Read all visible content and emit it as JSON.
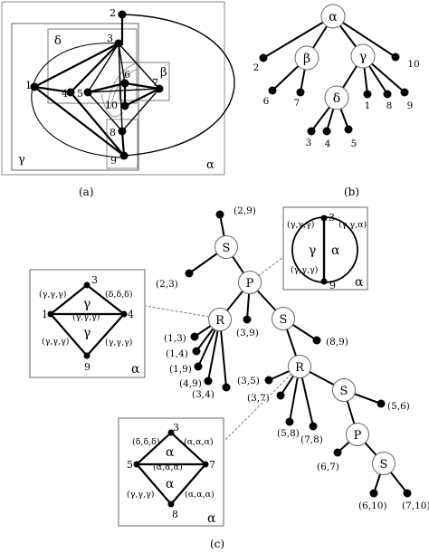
{
  "captions": {
    "a": "(a)",
    "b": "(b)",
    "c": "(c)"
  },
  "panel_a": {
    "vertices": [
      "1",
      "2",
      "3",
      "4",
      "5",
      "6",
      "7",
      "8",
      "9",
      "10"
    ],
    "box_labels": {
      "delta": "δ",
      "beta": "β",
      "gamma": "γ",
      "alpha": "α"
    }
  },
  "panel_b": {
    "nodes": {
      "alpha": "α",
      "beta": "β",
      "gamma": "γ",
      "delta": "δ"
    },
    "leaves": [
      "2",
      "6",
      "7",
      "10",
      "1",
      "8",
      "9",
      "3",
      "4",
      "5"
    ]
  },
  "panel_c": {
    "tree_nodes": {
      "s1": "S",
      "p1": "P",
      "r1": "R",
      "s2": "S",
      "r2": "R",
      "s3": "S",
      "p2": "P",
      "s4": "S"
    },
    "leaves": [
      "(2,9)",
      "(2,3)",
      "(3,9)",
      "(8,9)",
      "(1,3)",
      "(1,4)",
      "(1,9)",
      "(4,9)",
      "(3,4)",
      "(3,5)",
      "(3,7)",
      "(5,8)",
      "(7,8)",
      "(5,6)",
      "(6,7)",
      "(6,10)",
      "(7,10)"
    ],
    "box_gamma_alpha": {
      "v_top": "3",
      "v_bottom": "9",
      "left_label": "γ",
      "right_label": "α",
      "tl": "(γ,γ,γ)",
      "tr": "(γ,γ,α)",
      "bl": "(γ,γ,γ)",
      "corner": "α"
    },
    "box_diamond1": {
      "v1": "1",
      "v3": "3",
      "v4": "4",
      "v9": "9",
      "face_top": "γ",
      "face_bottom": "γ",
      "tl": "(γ,γ,γ)",
      "tr": "(δ,δ,δ)",
      "mid": "(γ,γ,γ)",
      "bl": "(γ,γ,γ)",
      "br": "(γ,γ,γ)",
      "corner": "α"
    },
    "box_diamond2": {
      "v3": "3",
      "v5": "5",
      "v7": "7",
      "v8": "8",
      "face_top": "α",
      "face_bottom": "α",
      "tl": "(δ,δ,δ)",
      "tr": "(α,α,α)",
      "mid": "(α,α,α)",
      "bl": "(γ,γ,γ)",
      "br": "(α,α,α)",
      "corner": "α"
    }
  }
}
